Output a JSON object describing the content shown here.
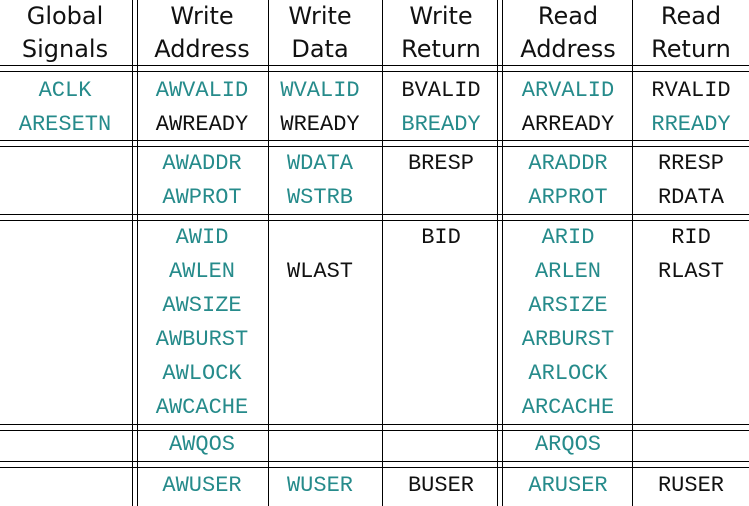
{
  "colors": {
    "master": "#268b8b",
    "slave": "#111111"
  },
  "headers": [
    {
      "l1": "Global",
      "l2": "Signals"
    },
    {
      "l1": "Write",
      "l2": "Address"
    },
    {
      "l1": "Write",
      "l2": "Data"
    },
    {
      "l1": "Write",
      "l2": "Return"
    },
    {
      "l1": "Read",
      "l2": "Address"
    },
    {
      "l1": "Read",
      "l2": "Return"
    }
  ],
  "groups": [
    {
      "rows": 2,
      "columns": [
        [
          {
            "text": "ACLK",
            "side": "master"
          },
          {
            "text": "ARESETN",
            "side": "master"
          }
        ],
        [
          {
            "text": "AWVALID",
            "side": "master"
          },
          {
            "text": "AWREADY",
            "side": "slave"
          }
        ],
        [
          {
            "text": "WVALID",
            "side": "master"
          },
          {
            "text": "WREADY",
            "side": "slave"
          }
        ],
        [
          {
            "text": "BVALID",
            "side": "slave"
          },
          {
            "text": "BREADY",
            "side": "master"
          }
        ],
        [
          {
            "text": "ARVALID",
            "side": "master"
          },
          {
            "text": "ARREADY",
            "side": "slave"
          }
        ],
        [
          {
            "text": "RVALID",
            "side": "slave"
          },
          {
            "text": "RREADY",
            "side": "master"
          }
        ]
      ]
    },
    {
      "rows": 2,
      "columns": [
        [],
        [
          {
            "text": "AWADDR",
            "side": "master"
          },
          {
            "text": "AWPROT",
            "side": "master"
          }
        ],
        [
          {
            "text": "WDATA",
            "side": "master"
          },
          {
            "text": "WSTRB",
            "side": "master"
          }
        ],
        [
          {
            "text": "BRESP",
            "side": "slave"
          }
        ],
        [
          {
            "text": "ARADDR",
            "side": "master"
          },
          {
            "text": "ARPROT",
            "side": "master"
          }
        ],
        [
          {
            "text": "RRESP",
            "side": "slave"
          },
          {
            "text": "RDATA",
            "side": "slave"
          }
        ]
      ]
    },
    {
      "rows": 6,
      "columns": [
        [],
        [
          {
            "text": "AWID",
            "side": "master"
          },
          {
            "text": "AWLEN",
            "side": "master"
          },
          {
            "text": "AWSIZE",
            "side": "master"
          },
          {
            "text": "AWBURST",
            "side": "master"
          },
          {
            "text": "AWLOCK",
            "side": "master"
          },
          {
            "text": "AWCACHE",
            "side": "master"
          }
        ],
        [
          null,
          {
            "text": "WLAST",
            "side": "slave"
          }
        ],
        [
          {
            "text": "BID",
            "side": "slave"
          }
        ],
        [
          {
            "text": "ARID",
            "side": "master"
          },
          {
            "text": "ARLEN",
            "side": "master"
          },
          {
            "text": "ARSIZE",
            "side": "master"
          },
          {
            "text": "ARBURST",
            "side": "master"
          },
          {
            "text": "ARLOCK",
            "side": "master"
          },
          {
            "text": "ARCACHE",
            "side": "master"
          }
        ],
        [
          {
            "text": "RID",
            "side": "slave"
          },
          {
            "text": "RLAST",
            "side": "slave"
          }
        ]
      ]
    },
    {
      "rows": 1,
      "columns": [
        [],
        [
          {
            "text": "AWQOS",
            "side": "master"
          }
        ],
        [],
        [],
        [
          {
            "text": "ARQOS",
            "side": "master"
          }
        ],
        []
      ]
    },
    {
      "rows": 1,
      "columns": [
        [],
        [
          {
            "text": "AWUSER",
            "side": "master"
          }
        ],
        [
          {
            "text": "WUSER",
            "side": "master"
          }
        ],
        [
          {
            "text": "BUSER",
            "side": "slave"
          }
        ],
        [
          {
            "text": "ARUSER",
            "side": "master"
          }
        ],
        [
          {
            "text": "RUSER",
            "side": "slave"
          }
        ]
      ]
    }
  ]
}
